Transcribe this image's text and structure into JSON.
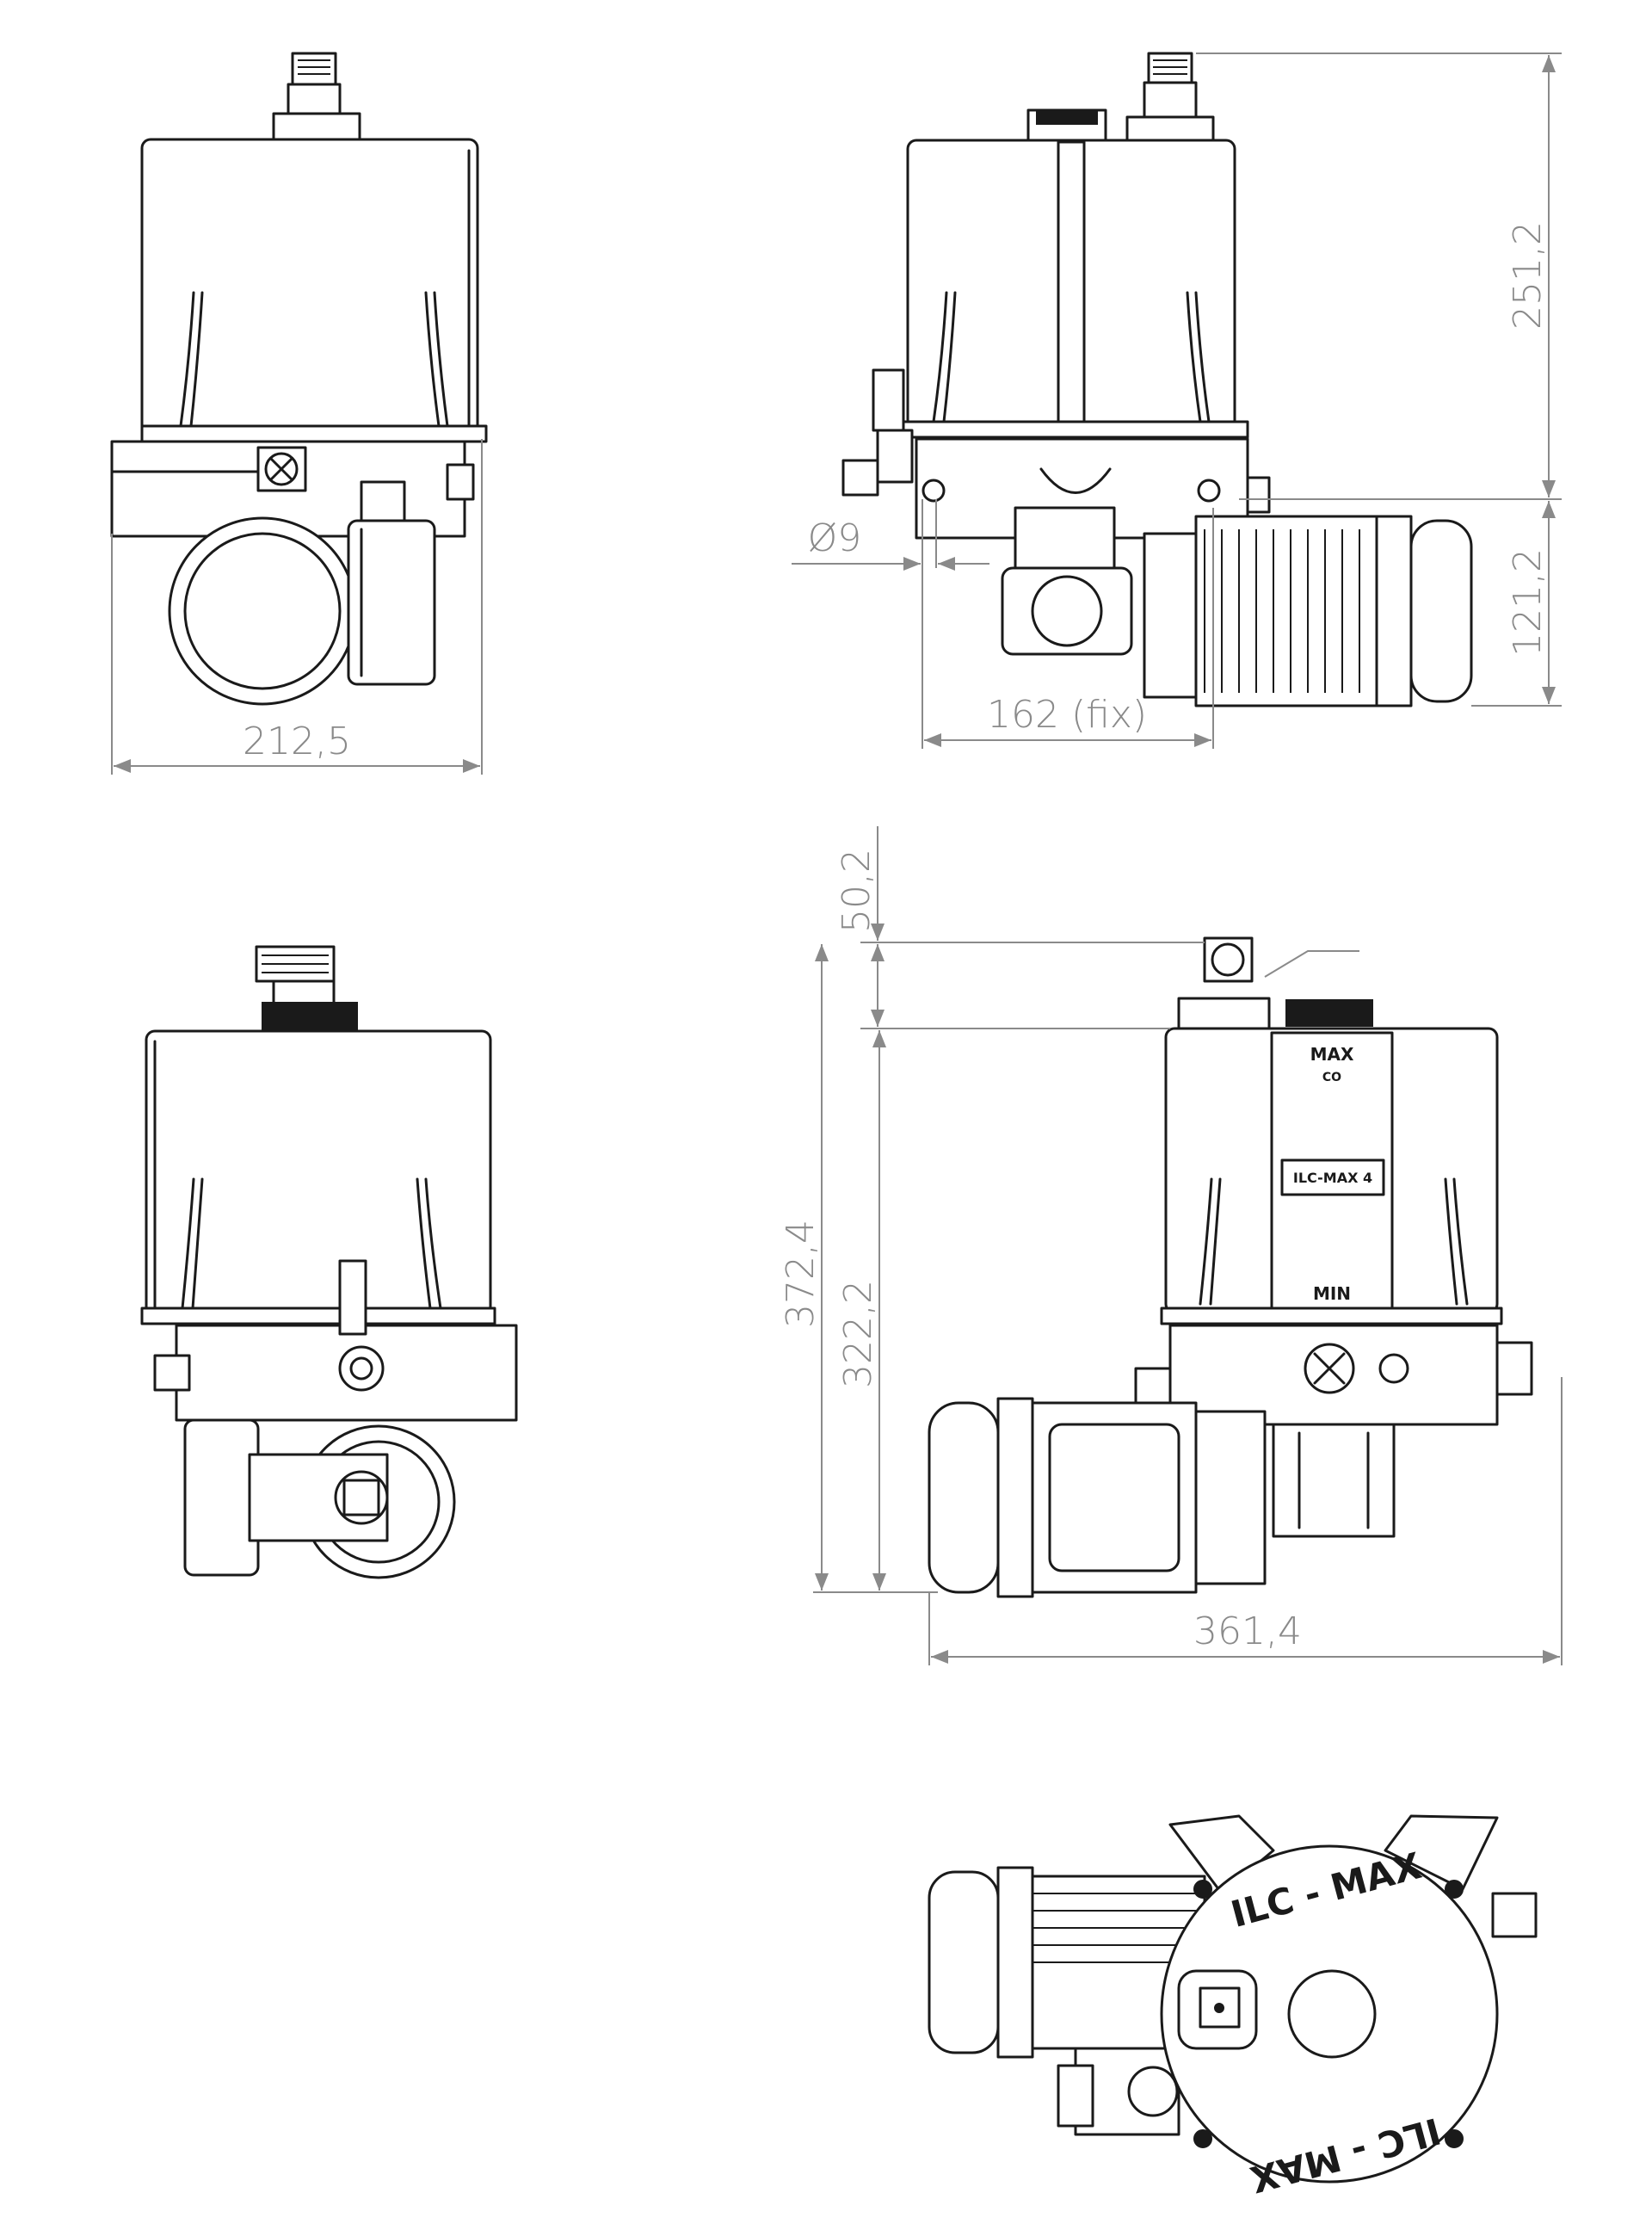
{
  "dimensions": {
    "width_front": "212,5",
    "height_tank": "251,2",
    "height_motor": "121,2",
    "hole_dia": "Ø9",
    "fix_spacing": "162 (fix)",
    "cap_height": "50,2",
    "height_total": "372,4",
    "height_body": "322,2",
    "width_total": "361,4"
  },
  "labels": {
    "max_top": "MAX",
    "max_sub": "CO",
    "model": "ILC-MAX 4",
    "min_bottom": "MIN",
    "lid_text_top": "ILC - MAX",
    "lid_text_bottom": "ILC - MAX"
  }
}
